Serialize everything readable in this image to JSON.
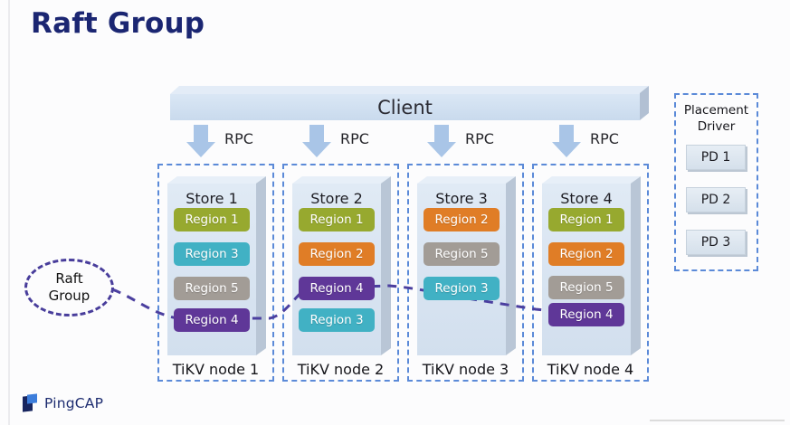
{
  "title": "Raft Group",
  "client": {
    "label": "Client"
  },
  "rpc_label": "RPC",
  "nodes": [
    {
      "store": "Store 1",
      "node_label": "TiKV node 1",
      "regions": [
        "Region 1",
        "Region 3",
        "Region 5",
        "Region 4"
      ]
    },
    {
      "store": "Store 2",
      "node_label": "TiKV node 2",
      "regions": [
        "Region 1",
        "Region 2",
        "Region 4",
        "Region 3"
      ]
    },
    {
      "store": "Store 3",
      "node_label": "TiKV node 3",
      "regions": [
        "Region 2",
        "Region 5",
        "Region 3"
      ]
    },
    {
      "store": "Store 4",
      "node_label": "TiKV node 4",
      "regions": [
        "Region 1",
        "Region 2",
        "Region 5",
        "Region 4"
      ]
    }
  ],
  "region_colors": {
    "Region 1": "#97a92f",
    "Region 2": "#e07d26",
    "Region 3": "#41b1c4",
    "Region 4": "#5f3798",
    "Region 5": "#a29c96"
  },
  "placement_driver": {
    "title": "Placement Driver",
    "items": [
      "PD 1",
      "PD 2",
      "PD 3"
    ]
  },
  "raft_group": {
    "label": "Raft Group"
  },
  "logo": {
    "text": "PingCAP"
  },
  "colors": {
    "title": "#1b2672",
    "node_border": "#5b8ad8",
    "connector": "#4b3f9f",
    "arrow": "#a9c5e7",
    "client_face": "#cfdeef",
    "store_face": "#d8e4f1"
  }
}
